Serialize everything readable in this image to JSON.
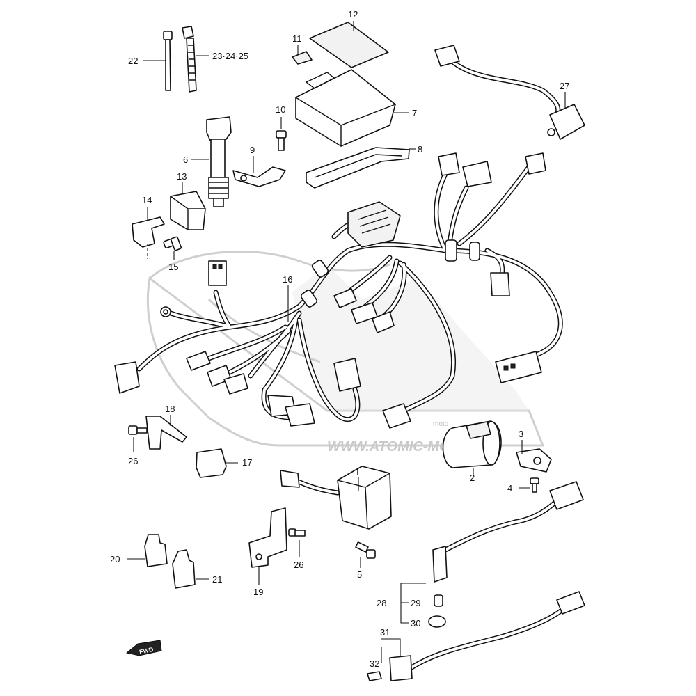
{
  "watermark": {
    "url_text": "WWW.ATOMIC-MOTO.FR",
    "logo_text": "moto"
  },
  "fwd_badge": "FWD",
  "callouts": [
    {
      "id": "c1",
      "label": "1"
    },
    {
      "id": "c2",
      "label": "2"
    },
    {
      "id": "c3",
      "label": "3"
    },
    {
      "id": "c4",
      "label": "4"
    },
    {
      "id": "c5",
      "label": "5"
    },
    {
      "id": "c6",
      "label": "6"
    },
    {
      "id": "c7",
      "label": "7"
    },
    {
      "id": "c8",
      "label": "8"
    },
    {
      "id": "c9",
      "label": "9"
    },
    {
      "id": "c10",
      "label": "10"
    },
    {
      "id": "c11",
      "label": "11"
    },
    {
      "id": "c12",
      "label": "12"
    },
    {
      "id": "c13",
      "label": "13"
    },
    {
      "id": "c14",
      "label": "14"
    },
    {
      "id": "c15",
      "label": "15"
    },
    {
      "id": "c16",
      "label": "16"
    },
    {
      "id": "c17",
      "label": "17"
    },
    {
      "id": "c18",
      "label": "18"
    },
    {
      "id": "c19",
      "label": "19"
    },
    {
      "id": "c20",
      "label": "20"
    },
    {
      "id": "c21",
      "label": "21"
    },
    {
      "id": "c22",
      "label": "22"
    },
    {
      "id": "c23",
      "label": "23·24·25"
    },
    {
      "id": "c26a",
      "label": "26"
    },
    {
      "id": "c26b",
      "label": "26"
    },
    {
      "id": "c27",
      "label": "27"
    },
    {
      "id": "c28",
      "label": "28"
    },
    {
      "id": "c29",
      "label": "29"
    },
    {
      "id": "c30",
      "label": "30"
    },
    {
      "id": "c31",
      "label": "31"
    },
    {
      "id": "c32",
      "label": "32"
    }
  ]
}
